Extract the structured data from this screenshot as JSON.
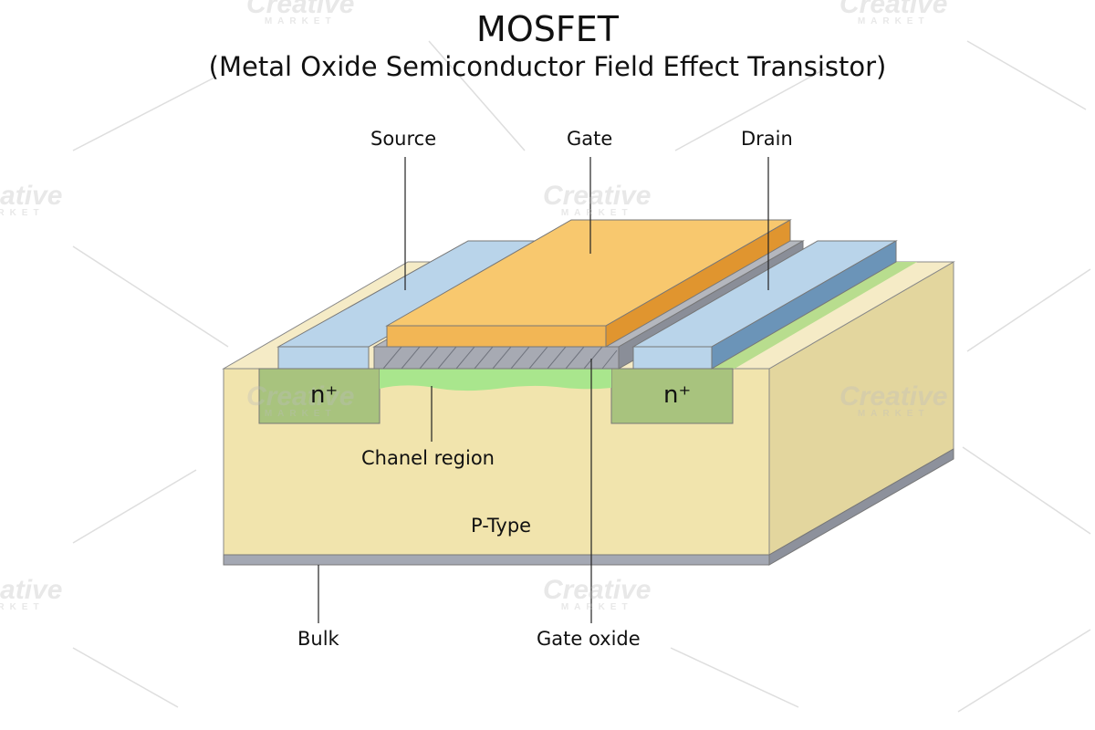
{
  "title": "MOSFET",
  "subtitle": "(Metal Oxide Semiconductor Field Effect Transistor)",
  "labels": {
    "source": "Source",
    "gate": "Gate",
    "drain": "Drain",
    "n_plus_left": "n⁺",
    "n_plus_right": "n⁺",
    "channel": "Chanel region",
    "substrate": "P-Type",
    "bulk": "Bulk",
    "gate_oxide": "Gate oxide"
  },
  "watermark": {
    "text": "Creative",
    "sub": "MARKET"
  },
  "colors": {
    "substrate_front": "#f1e4ad",
    "substrate_top": "#f5ebc6",
    "substrate_side": "#e3d69e",
    "bulk_plate": "#a4a8b3",
    "n_plus": "#a8c37e",
    "channel": "#a9e68d",
    "metal_contact": "#b9d4ea",
    "metal_contact_side": "#6b94b8",
    "gate_top": "#f8c86e",
    "gate_side": "#e0952f",
    "gate_oxide": "#a7aab3"
  }
}
